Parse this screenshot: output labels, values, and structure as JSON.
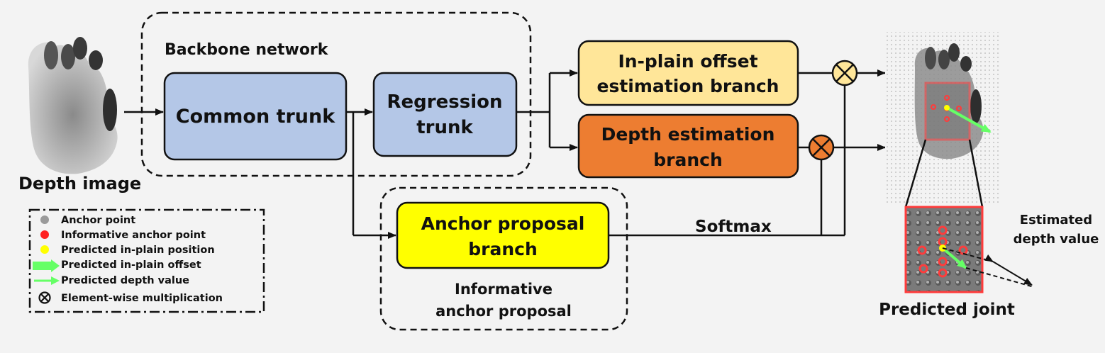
{
  "labels": {
    "depth_image": "Depth image",
    "backbone": "Backbone network",
    "common_trunk": "Common trunk",
    "regression_trunk_1": "Regression",
    "regression_trunk_2": "trunk",
    "offset_branch_1": "In-plain offset",
    "offset_branch_2": "estimation branch",
    "depth_branch_1": "Depth estimation",
    "depth_branch_2": "branch",
    "anchor_branch_1": "Anchor proposal",
    "anchor_branch_2": "branch",
    "informative_1": "Informative",
    "informative_2": "anchor proposal",
    "softmax": "Softmax",
    "estimated_1": "Estimated",
    "estimated_2": "depth value",
    "predicted_joint": "Predicted joint"
  },
  "legend": [
    {
      "icon": "gray-dot-icon",
      "text": "Anchor point"
    },
    {
      "icon": "red-dot-icon",
      "text": "Informative anchor point"
    },
    {
      "icon": "yellow-dot-icon",
      "text": "Predicted in-plain position"
    },
    {
      "icon": "green-bar-icon",
      "text": "Predicted in-plain offset"
    },
    {
      "icon": "green-arrow-icon",
      "text": "Predicted depth value"
    },
    {
      "icon": "otimes-icon",
      "text": "Element-wise multiplication"
    }
  ],
  "colors": {
    "trunk_fill": "#b4c7e7",
    "offset_fill": "#ffe699",
    "depth_fill": "#ed7d31",
    "anchor_fill": "#ffff00",
    "highlight": "#ff3b3b",
    "offset_arrow": "#66ff66"
  }
}
